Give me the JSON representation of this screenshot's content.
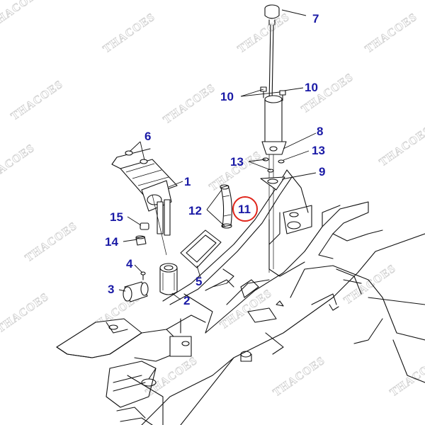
{
  "callouts": {
    "c1": "1",
    "c2": "2",
    "c3": "3",
    "c4": "4",
    "c5": "5",
    "c6": "6",
    "c7": "7",
    "c8": "8",
    "c9": "9",
    "c10a": "10",
    "c10b": "10",
    "c11": "11",
    "c12": "12",
    "c13a": "13",
    "c13b": "13",
    "c14": "14",
    "c15": "15"
  },
  "highlighted_callout": "11",
  "watermark": "THACOES",
  "colors": {
    "callout_text": "#1a1aa6",
    "highlight_circle": "#e0251b",
    "watermark": "#d2d2d2"
  }
}
